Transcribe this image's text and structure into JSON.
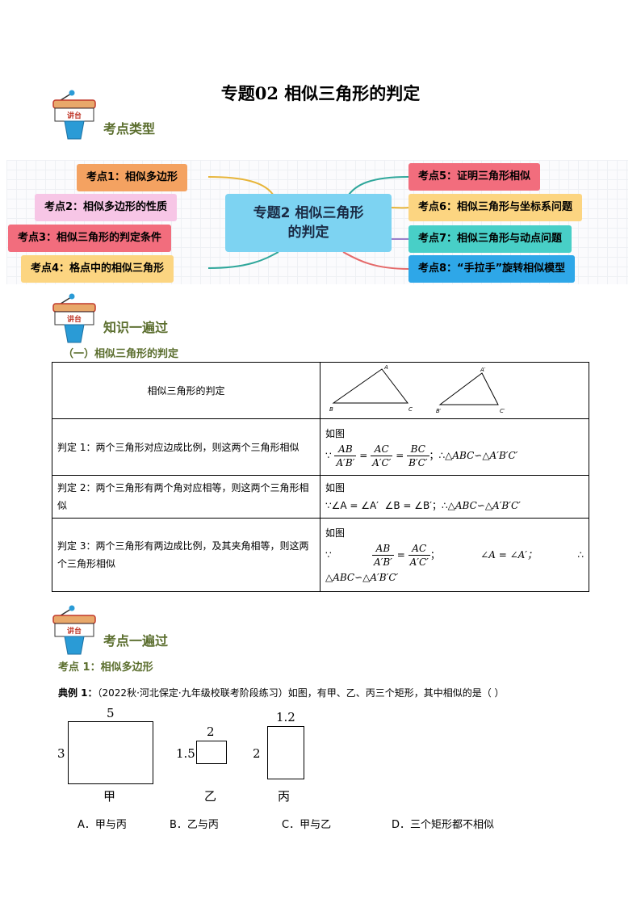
{
  "title": "专题02  相似三角形的判定",
  "podium_label": "讲台",
  "sections": {
    "types": "考点类型",
    "knowledge": "知识一遍过",
    "points": "考点一遍过"
  },
  "mindmap": {
    "center": [
      "专题2 相似三角形",
      "的判定"
    ],
    "left": [
      {
        "label": "考点1：相似多边形",
        "color": "#f4a261"
      },
      {
        "label": "考点2：相似多边形的性质",
        "color": "#f7c6e6"
      },
      {
        "label": "考点3：相似三角形的判定条件",
        "color": "#f26d7d"
      },
      {
        "label": "考点4：格点中的相似三角形",
        "color": "#fcd581"
      }
    ],
    "right": [
      {
        "label": "考点5：证明三角形相似",
        "color": "#f26d7d"
      },
      {
        "label": "考点6：相似三角形与坐标系问题",
        "color": "#fcd581"
      },
      {
        "label": "考点7：相似三角形与动点问题",
        "color": "#48cfc7"
      },
      {
        "label": "考点8：“手拉手”旋转相似模型",
        "color": "#2ea7e8"
      }
    ]
  },
  "knowledge_sub": "（一）相似三角形的判定",
  "table": {
    "header": "相似三角形的判定",
    "rows": [
      {
        "left": "判定 1：两个三角形对应边成比例，则这两个三角形相似",
        "ru": "如图"
      },
      {
        "left": "判定 2：两个三角形有两个角对应相等，则这两个三角形相似",
        "ru": "如图"
      },
      {
        "left": "判定 3：两个三角形有两边成比例，及其夹角相等，则这两个三角形相似",
        "ru": "如图"
      }
    ]
  },
  "point1": "考点 1：相似多边形",
  "example": {
    "label": "典例 1：",
    "text": "（2022秋·河北保定·九年级校联考阶段练习）如图，有甲、乙、丙三个矩形，其中相似的是（    ）",
    "rects": [
      {
        "name": "甲",
        "w": "5",
        "h": "3"
      },
      {
        "name": "乙",
        "w": "2",
        "h": "1.5"
      },
      {
        "name": "丙",
        "w": "1.2",
        "h": "2"
      }
    ],
    "options": [
      "A．甲与丙",
      "B．乙与丙",
      "C．甲与乙",
      "D．三个矩形都不相似"
    ]
  }
}
